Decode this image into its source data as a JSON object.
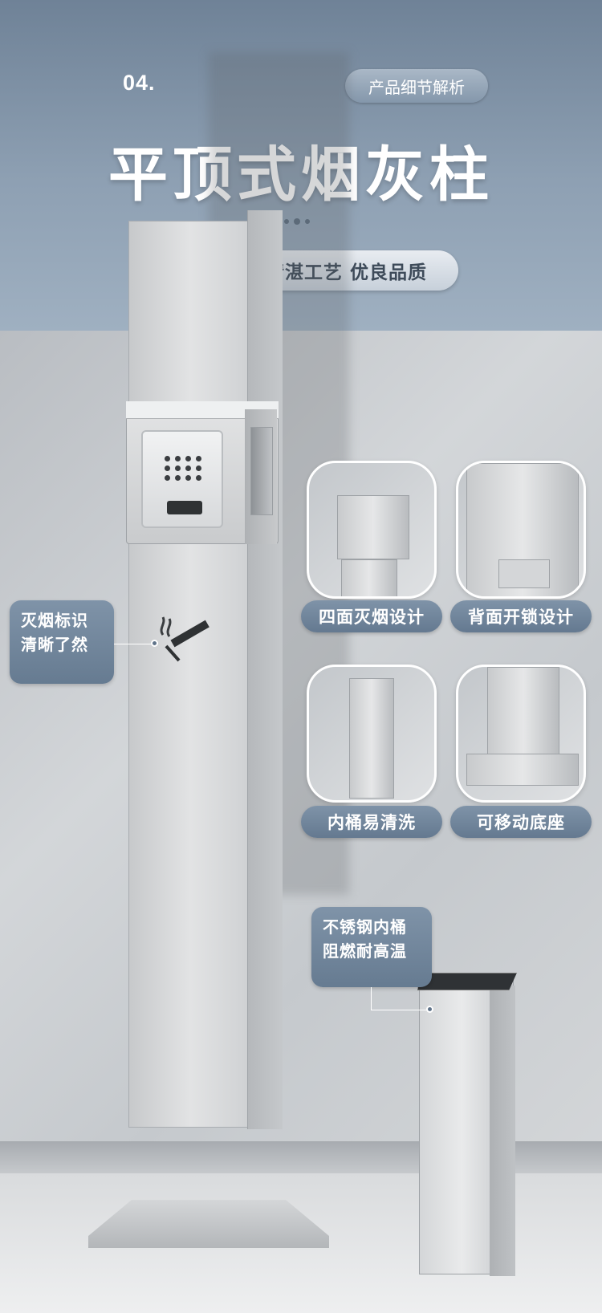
{
  "header": {
    "number": "04.",
    "tag": "产品细节解析",
    "title": "平顶式烟灰柱",
    "slogan": "大气端庄 精湛工艺 优良品质"
  },
  "callouts": {
    "left_line1": "灭烟标识",
    "left_line2": "清晰了然",
    "right_line1": "不锈钢内桶",
    "right_line2": "阻燃耐高温"
  },
  "thumbnails": [
    {
      "label": "四面灭烟设计"
    },
    {
      "label": "背面开锁设计"
    },
    {
      "label": "内桶易清洗"
    },
    {
      "label": "可移动底座"
    }
  ],
  "colors": {
    "header_bg": "#7d8fa3",
    "pill_bg": "#7086a0",
    "text_light": "#ffffff"
  }
}
